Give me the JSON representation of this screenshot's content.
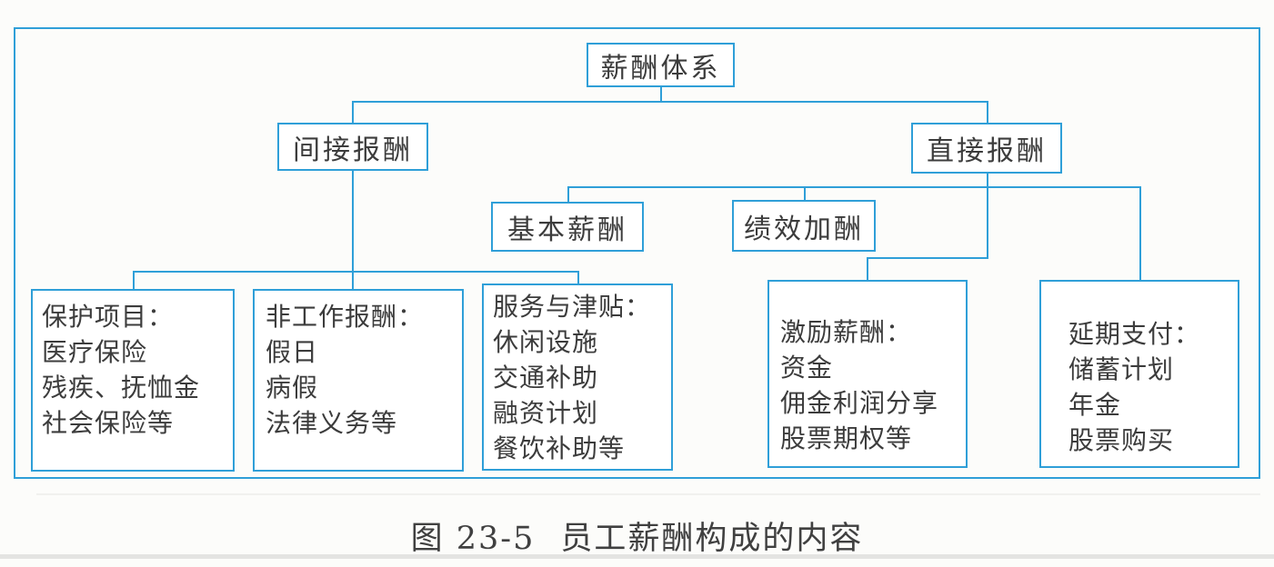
{
  "diagram": {
    "root": {
      "label": "薪酬体系"
    },
    "level2": {
      "indirect": {
        "label": "间接报酬"
      },
      "direct": {
        "label": "直接报酬"
      }
    },
    "level3": {
      "base_pay": {
        "label": "基本薪酬"
      },
      "merit_pay": {
        "label": "绩效加酬"
      }
    },
    "leaf_boxes": [
      {
        "title": "保护项目：",
        "items": [
          "医疗保险",
          "残疾、抚恤金",
          "社会保险等"
        ]
      },
      {
        "title": "非工作报酬：",
        "items": [
          "假日",
          "病假",
          "法律义务等"
        ]
      },
      {
        "title": "服务与津贴：",
        "items": [
          "休闲设施",
          "交通补助",
          "融资计划",
          "餐饮补助等"
        ]
      },
      {
        "title": "激励薪酬：",
        "items": [
          "资金",
          "佣金利润分享",
          "股票期权等"
        ]
      },
      {
        "title": "延期支付：",
        "items": [
          "储蓄计划",
          "年金",
          "股票购买"
        ]
      }
    ],
    "caption": {
      "figure_number": "图 23-5",
      "title": "员工薪酬构成的内容"
    },
    "colors": {
      "line_blue": "#2f9fd8",
      "text": "#3c3c3c",
      "background": "#fcfcfa"
    }
  }
}
